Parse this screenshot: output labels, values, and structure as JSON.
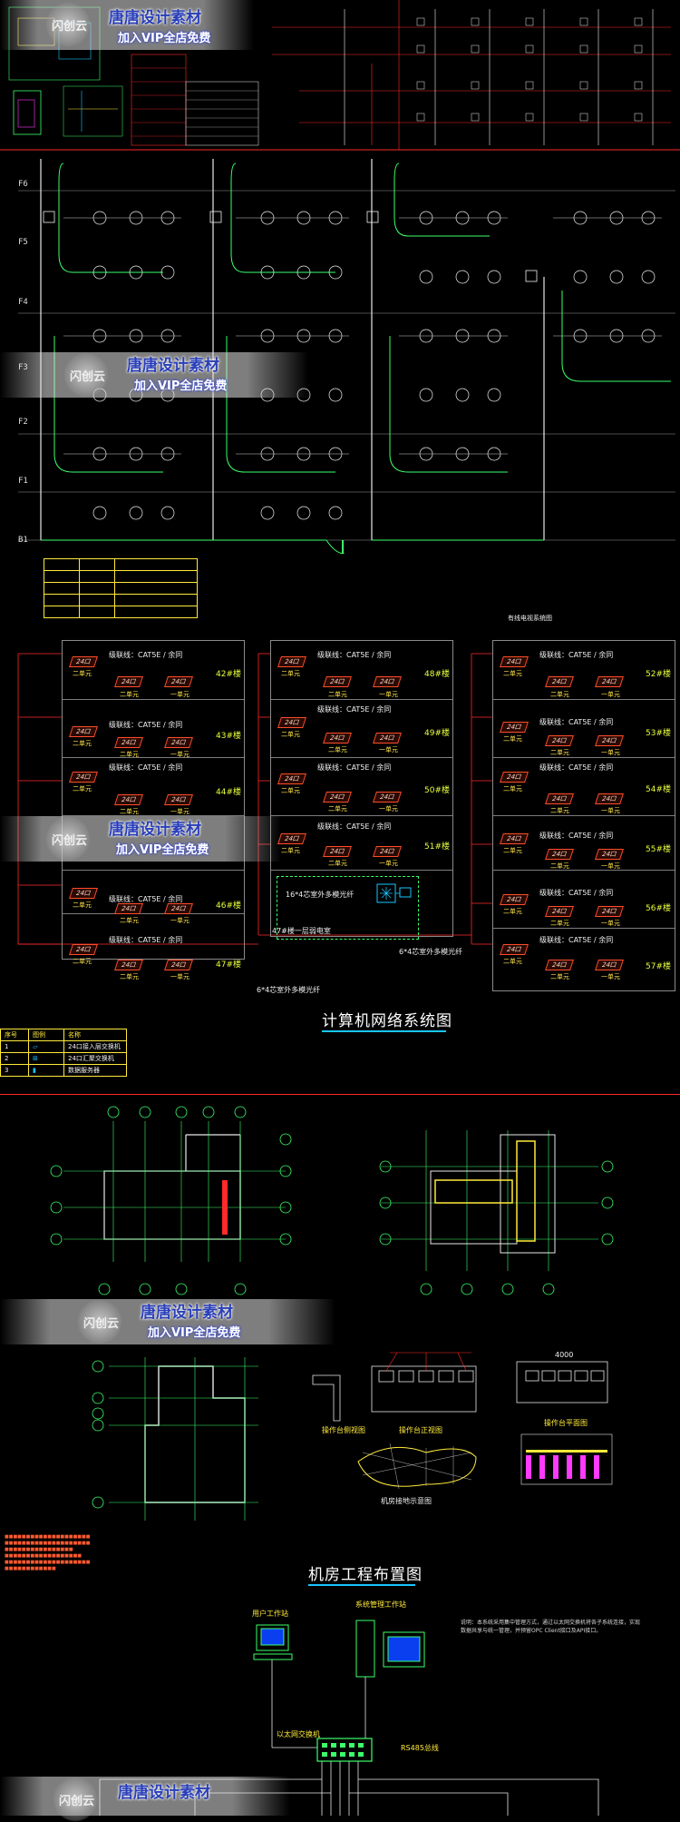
{
  "watermark": {
    "title": "唐唐设计素材",
    "subtitle": "加入VIP全店免费",
    "logo_text": "闪创云"
  },
  "riser": {
    "floors": [
      "F6",
      "F5",
      "F4",
      "F3",
      "F2",
      "F1",
      "B1"
    ]
  },
  "switch_panels": {
    "cable_label": "级联线：CAT5E / 余同",
    "port_label": "24口",
    "unit_left": "二单元",
    "unit_right": "一单元",
    "left_numbers": [
      "42#楼",
      "43#楼",
      "44#楼",
      "46#楼",
      "47#楼"
    ],
    "mid_numbers": [
      "48#楼",
      "49#楼",
      "50#楼",
      "51#楼"
    ],
    "right_numbers": [
      "52#楼",
      "53#楼",
      "54#楼",
      "55#楼",
      "56#楼",
      "57#楼"
    ],
    "fiber_label": "6*4芯室外多模光纤",
    "fiber_label_2": "6*4芯室外多模光纤",
    "fiber_label_3": "16*4芯室外多模光纤",
    "cabinet_label": "47#楼一层弱电室",
    "right_header": "有线电视系统图"
  },
  "network_title": "计算机网络系统图",
  "legend": {
    "headers": [
      "序号",
      "图例",
      "名称"
    ],
    "rows": [
      {
        "num": "1",
        "name": "24口接入层交换机"
      },
      {
        "num": "2",
        "name": "24口汇聚交换机"
      },
      {
        "num": "3",
        "name": "数据服务器"
      }
    ]
  },
  "machine_room": {
    "title": "机房工程布置图",
    "labels": {
      "console_side": "操作台侧视图",
      "console_front": "操作台正视图",
      "console_top": "操作台平面图",
      "floor_plan": "机房接地示意图",
      "dim_4000": "4000",
      "user_workstation": "用户工作站",
      "system_workstation": "系统管理工作站",
      "ethernet_switch": "以太网交换机",
      "rs485_bus": "RS485总线"
    },
    "notes": "说明：本系统采用集中管理方式，通过以太网交换机将各子系统连接，实现数据共享与统一管理，并预留OPC Client接口及API接口。"
  },
  "colors": {
    "background": "#000000",
    "cad_green": "#3dff6a",
    "cad_white": "#f0f0f0",
    "cad_red": "#ff2a2a",
    "cad_yellow": "#ffea3a",
    "cad_cyan": "#19c6ff",
    "cad_magenta": "#ff3aff"
  }
}
